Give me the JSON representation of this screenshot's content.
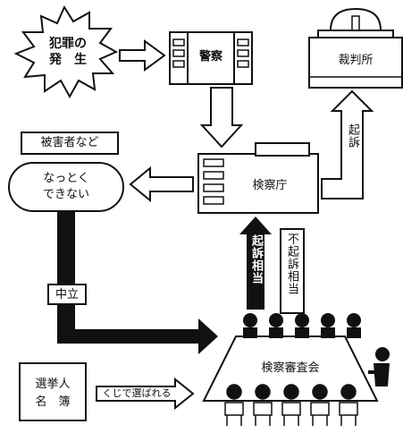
{
  "nodes": {
    "crime_line1": "犯罪の",
    "crime_line2": "発　生",
    "police": "警察",
    "court": "裁判所",
    "victim": "被害者など",
    "unsatisfied_line1": "なっとく",
    "unsatisfied_line2": "できない",
    "prosecutors_office": "検察庁",
    "committee": "検察審査会",
    "voter_list_line1": "選挙人",
    "voter_list_line2": "名　簿"
  },
  "edges": {
    "indictment": "起訴",
    "indictment_appropriate": "起訴相当",
    "non_indictment_appropriate": "不起訴相当",
    "neutral": "中立",
    "lottery": "くじで選ばれる"
  }
}
